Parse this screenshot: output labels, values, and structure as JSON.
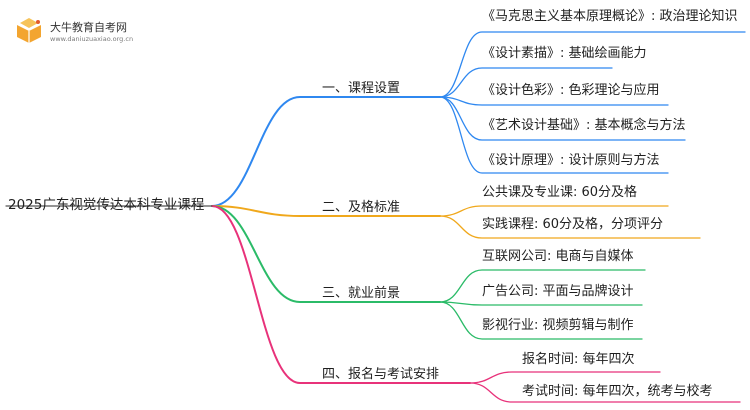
{
  "logo": {
    "title": "大牛教育自考网",
    "url": "www.daniuzuaxiao.org.cn",
    "icon": "book-logo-icon"
  },
  "root": "2025广东视觉传达本科专业课程",
  "branches": [
    {
      "label": "一、课程设置",
      "color": "#2f88f0",
      "items": [
        "《马克思主义基本原理概论》: 政治理论知识",
        "《设计素描》: 基础绘画能力",
        "《设计色彩》: 色彩理论与应用",
        "《艺术设计基础》: 基本概念与方法",
        "《设计原理》: 设计原则与方法"
      ]
    },
    {
      "label": "二、及格标准",
      "color": "#f0a81c",
      "items": [
        "公共课及专业课: 60分及格",
        "实践课程: 60分及格，分项评分"
      ]
    },
    {
      "label": "三、就业前景",
      "color": "#2bbb68",
      "items": [
        "互联网公司: 电商与自媒体",
        "广告公司: 平面与品牌设计",
        "影视行业: 视频剪辑与制作"
      ]
    },
    {
      "label": "四、报名与考试安排",
      "color": "#e8327a",
      "items": [
        "报名时间: 每年四次",
        "考试时间: 每年四次，统考与校考"
      ]
    }
  ]
}
